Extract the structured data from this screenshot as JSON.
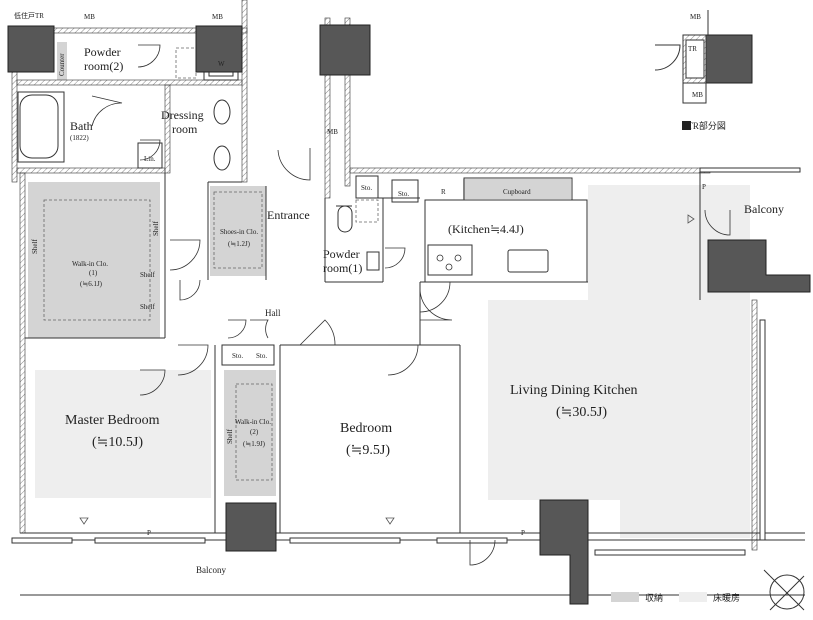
{
  "labels": {
    "tr_top": "低住戸TR",
    "mb_a": "MB",
    "mb_b": "MB",
    "mb_c": "MB",
    "mb_d": "MB",
    "counter": "Counter",
    "powder2_l1": "Powder",
    "powder2_l2": "room(2)",
    "w": "W",
    "dressing_l1": "Dressing",
    "dressing_l2": "room",
    "bath": "Bath",
    "bath_size": "(1822)",
    "lin": "Lin.",
    "walkin1_l1": "Walk-in Clo.",
    "walkin1_l2": "(1)",
    "walkin1_l3": "(≒6.1J)",
    "shelf_a": "Shelf",
    "shelf_b": "Shelf",
    "shelf_c": "Shelf",
    "shelf_d": "Shelf",
    "shoes_l1": "Shoes-in Clo.",
    "shoes_l2": "(≒1.2J)",
    "entrance": "Entrance",
    "sto_a": "Sto.",
    "sto_b": "Sto.",
    "sto_c": "Sto.",
    "sto_d": "Sto.",
    "fridge": "R",
    "cupboard": "Cupboard",
    "kitchen": "(Kitchen≒4.4J)",
    "powder1_l1": "Powder",
    "powder1_l2": "room(1)",
    "hall": "Hall",
    "master_l1": "Master Bedroom",
    "master_l2": "(≒10.5J)",
    "walkin2_l1": "Walk-in Clo.",
    "walkin2_l2": "(2)",
    "walkin2_l3": "(≒1.9J)",
    "shelf_e": "Shelf",
    "bedroom_l1": "Bedroom",
    "bedroom_l2": "(≒9.5J)",
    "ldk_l1": "Living Dining Kitchen",
    "ldk_l2": "(≒30.5J)",
    "balcony_right": "Balcony",
    "balcony_bottom": "Balcony",
    "p_a": "P",
    "p_b": "P",
    "p_c": "P",
    "tr_inset": "TR",
    "mb_inset": "MB",
    "inset_caption": "■TR部分図",
    "legend_storage": "収納",
    "legend_floor_heating": "床暖房"
  },
  "colors": {
    "wall": "#333333",
    "storage_fill": "#d4d4d4",
    "floor_heating_fill": "#eeeeee",
    "shaft_fill": "#575757",
    "hatch": "#888888"
  }
}
